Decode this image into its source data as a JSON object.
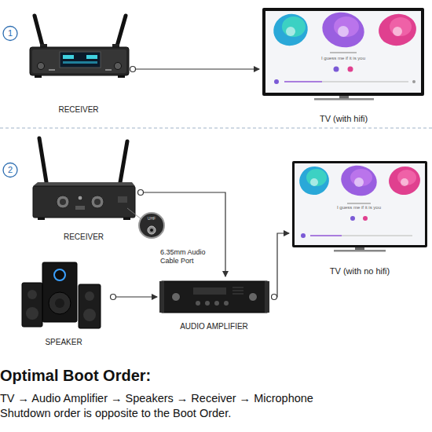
{
  "diagram": {
    "title": "Optimal Boot Order:",
    "nodes": [
      {
        "text": [
          "RECEIVER"
        ]
      },
      {
        "text": [
          "TV (with hifi)"
        ]
      },
      {
        "text": [
          "RECEIVER"
        ]
      },
      {
        "text": [
          "TV (with no hifi)"
        ]
      },
      {
        "text": [
          "SPEAKER"
        ]
      },
      {
        "text": [
          "AUDIO AMPLIFIER"
        ]
      }
    ],
    "edges": [
      {
        "from": 0,
        "to": 1,
        "arrow": "to"
      },
      {
        "from": 2,
        "to": 5,
        "arrow": "to"
      },
      {
        "from": 5,
        "to": 3,
        "arrow": "to"
      },
      {
        "from": 4,
        "to": 5,
        "arrow": "to"
      }
    ],
    "labels": [
      "1",
      "I guess me if it is you",
      "2",
      "I guess me if it is you",
      "UHF",
      "6.35mm Audio Cable Port",
      "TV → Audio Amplifier → Speakers → Receiver → Microphone",
      "Shutdown order is opposite to the Boot Order."
    ]
  }
}
